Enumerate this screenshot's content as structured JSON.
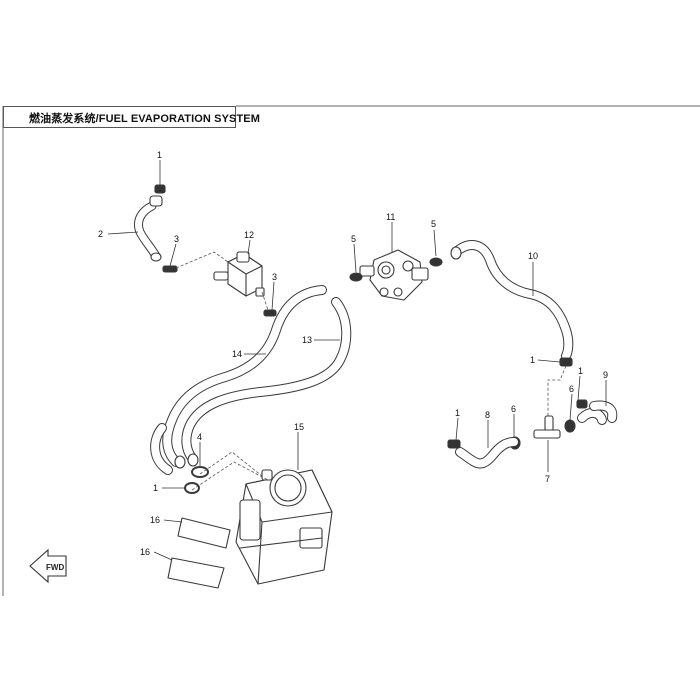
{
  "title": "燃油蒸发系统/FUEL EVAPORATION SYSTEM",
  "fwd_label": "FWD",
  "callouts": {
    "c1a": "1",
    "c2": "2",
    "c3a": "3",
    "c12": "12",
    "c3b": "3",
    "c14": "14",
    "c13": "13",
    "c11": "11",
    "c5a": "5",
    "c5b": "5",
    "c10": "10",
    "c1b": "1",
    "c1c": "1",
    "c6a": "6",
    "c9": "9",
    "c1d": "1",
    "c8": "8",
    "c6b": "6",
    "c7": "7",
    "c4": "4",
    "c1e": "1",
    "c15": "15",
    "c16a": "16",
    "c16b": "16"
  },
  "colors": {
    "line": "#3a3a3a",
    "paper": "#ffffff",
    "border": "#666666"
  }
}
